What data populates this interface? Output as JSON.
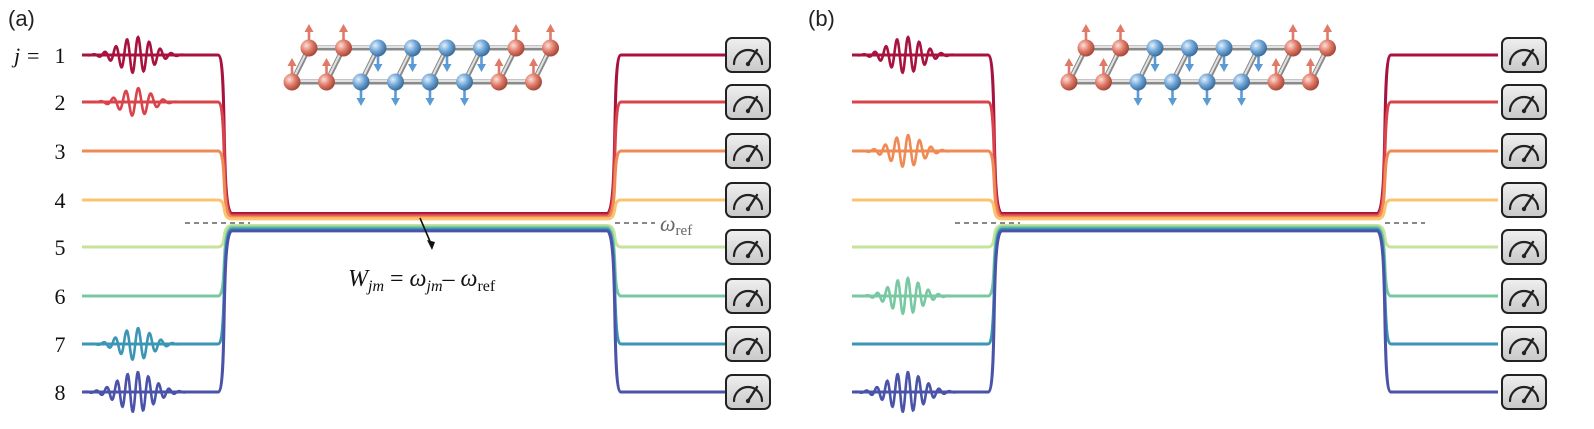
{
  "panels": [
    {
      "label": "(a)",
      "row_prefix": "j = ",
      "row_labels": [
        "1",
        "2",
        "3",
        "4",
        "5",
        "6",
        "7",
        "8"
      ],
      "pulse_rows": [
        1,
        2,
        7,
        8
      ],
      "annotation": {
        "lhs": "W",
        "lhs_sub": "jm",
        "eq": " = ",
        "rhs1": "ω",
        "rhs1_sub": "jm",
        "minus": "– ",
        "rhs2": "ω",
        "rhs2_sub": "ref"
      },
      "ref_label": {
        "sym": "ω",
        "sub": "ref"
      }
    },
    {
      "label": "(b)",
      "pulse_rows": [
        1,
        3,
        6,
        8
      ]
    }
  ],
  "row_colors": [
    "#a8123e",
    "#d9434a",
    "#f08a55",
    "#fbc36f",
    "#c6e39b",
    "#78c9a2",
    "#3b96b5",
    "#4a53a8"
  ],
  "detector_icon": "meter-gauge-icon",
  "spin_lattice_icon": "spin-lattice-icon",
  "spin_up_color": "#e07a68",
  "spin_down_color": "#5b9bd5"
}
